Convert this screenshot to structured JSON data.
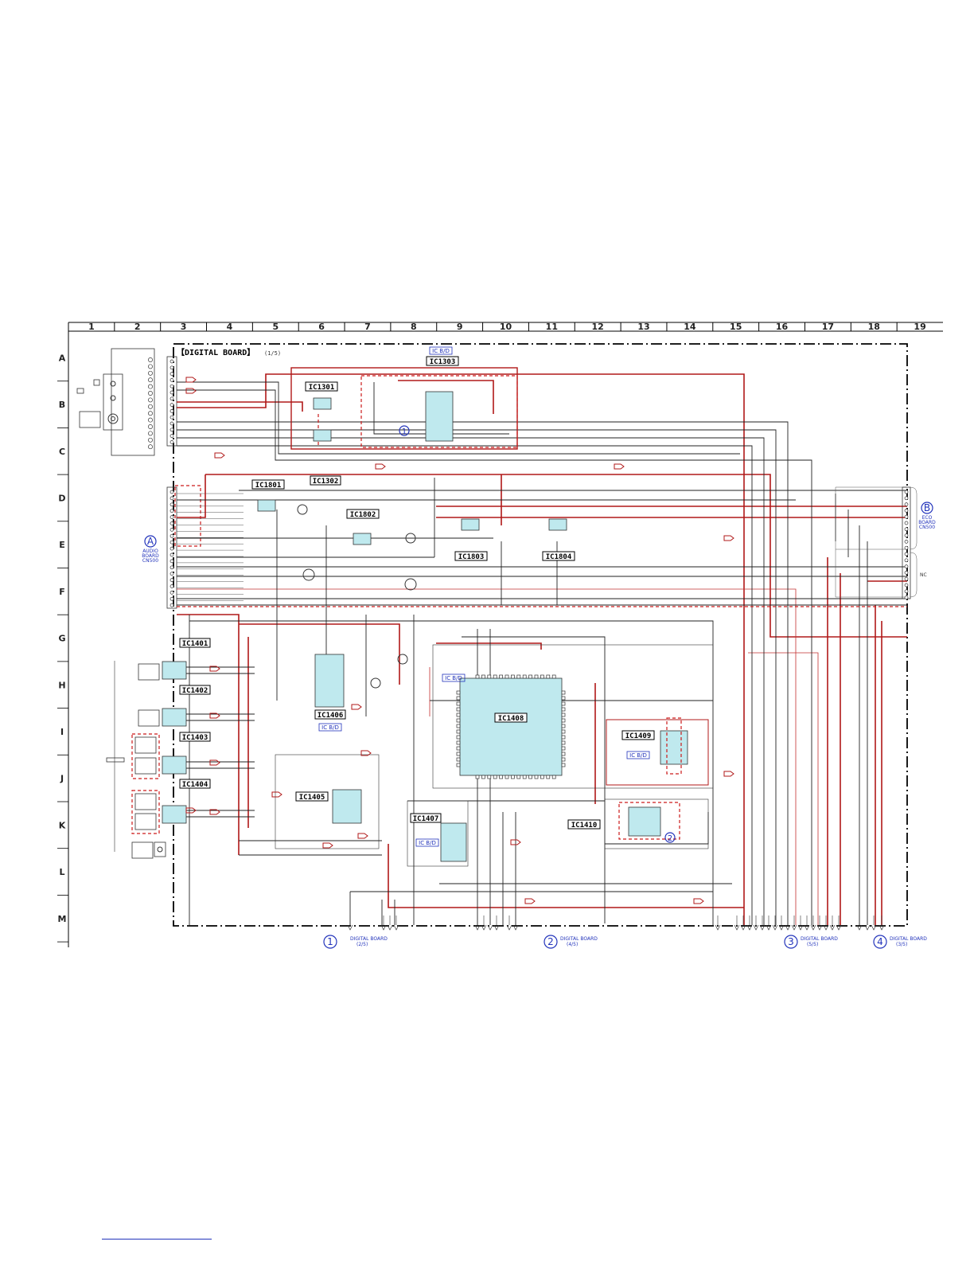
{
  "grid": {
    "columns": [
      "1",
      "2",
      "3",
      "4",
      "5",
      "6",
      "7",
      "8",
      "9",
      "10",
      "11",
      "12",
      "13",
      "14",
      "15",
      "16",
      "17",
      "18",
      "19"
    ],
    "rows": [
      "A",
      "B",
      "C",
      "D",
      "E",
      "F",
      "G",
      "H",
      "I",
      "J",
      "K",
      "L",
      "M"
    ]
  },
  "board_title": "【DIGITAL BOARD】",
  "board_title_sub": "(1/5)",
  "ic_labels": {
    "ic1301": "IC1301",
    "ic1302": "IC1302",
    "ic1303": "IC1303",
    "ic1801": "IC1801",
    "ic1802": "IC1802",
    "ic1803": "IC1803",
    "ic1804": "IC1804",
    "ic1401": "IC1401",
    "ic1402": "IC1402",
    "ic1403": "IC1403",
    "ic1404": "IC1404",
    "ic1405": "IC1405",
    "ic1406": "IC1406",
    "ic1407": "IC1407",
    "ic1408": "IC1408",
    "ic1409": "IC1409",
    "ic1410": "IC1410"
  },
  "ic_bd_tag": "IC B/D",
  "connectors": {
    "a_letter": "A",
    "a_caption": "AUDIO BOARD CN500",
    "b_letter": "B",
    "b_caption": "ECO BOARD CN500",
    "nc": "NC"
  },
  "markers": {
    "m1": "1",
    "m2": "2"
  },
  "footer": [
    {
      "num": "1",
      "text": "DIGITAL BOARD (2/5)"
    },
    {
      "num": "2",
      "text": "DIGITAL BOARD (4/5)"
    },
    {
      "num": "3",
      "text": "DIGITAL BOARD (5/5)"
    },
    {
      "num": "4",
      "text": "DIGITAL BOARD (3/5)"
    }
  ],
  "colors": {
    "signal_red": "#b01818",
    "chip_fill": "#bfe9ee",
    "annotation_blue": "#2233bb"
  }
}
